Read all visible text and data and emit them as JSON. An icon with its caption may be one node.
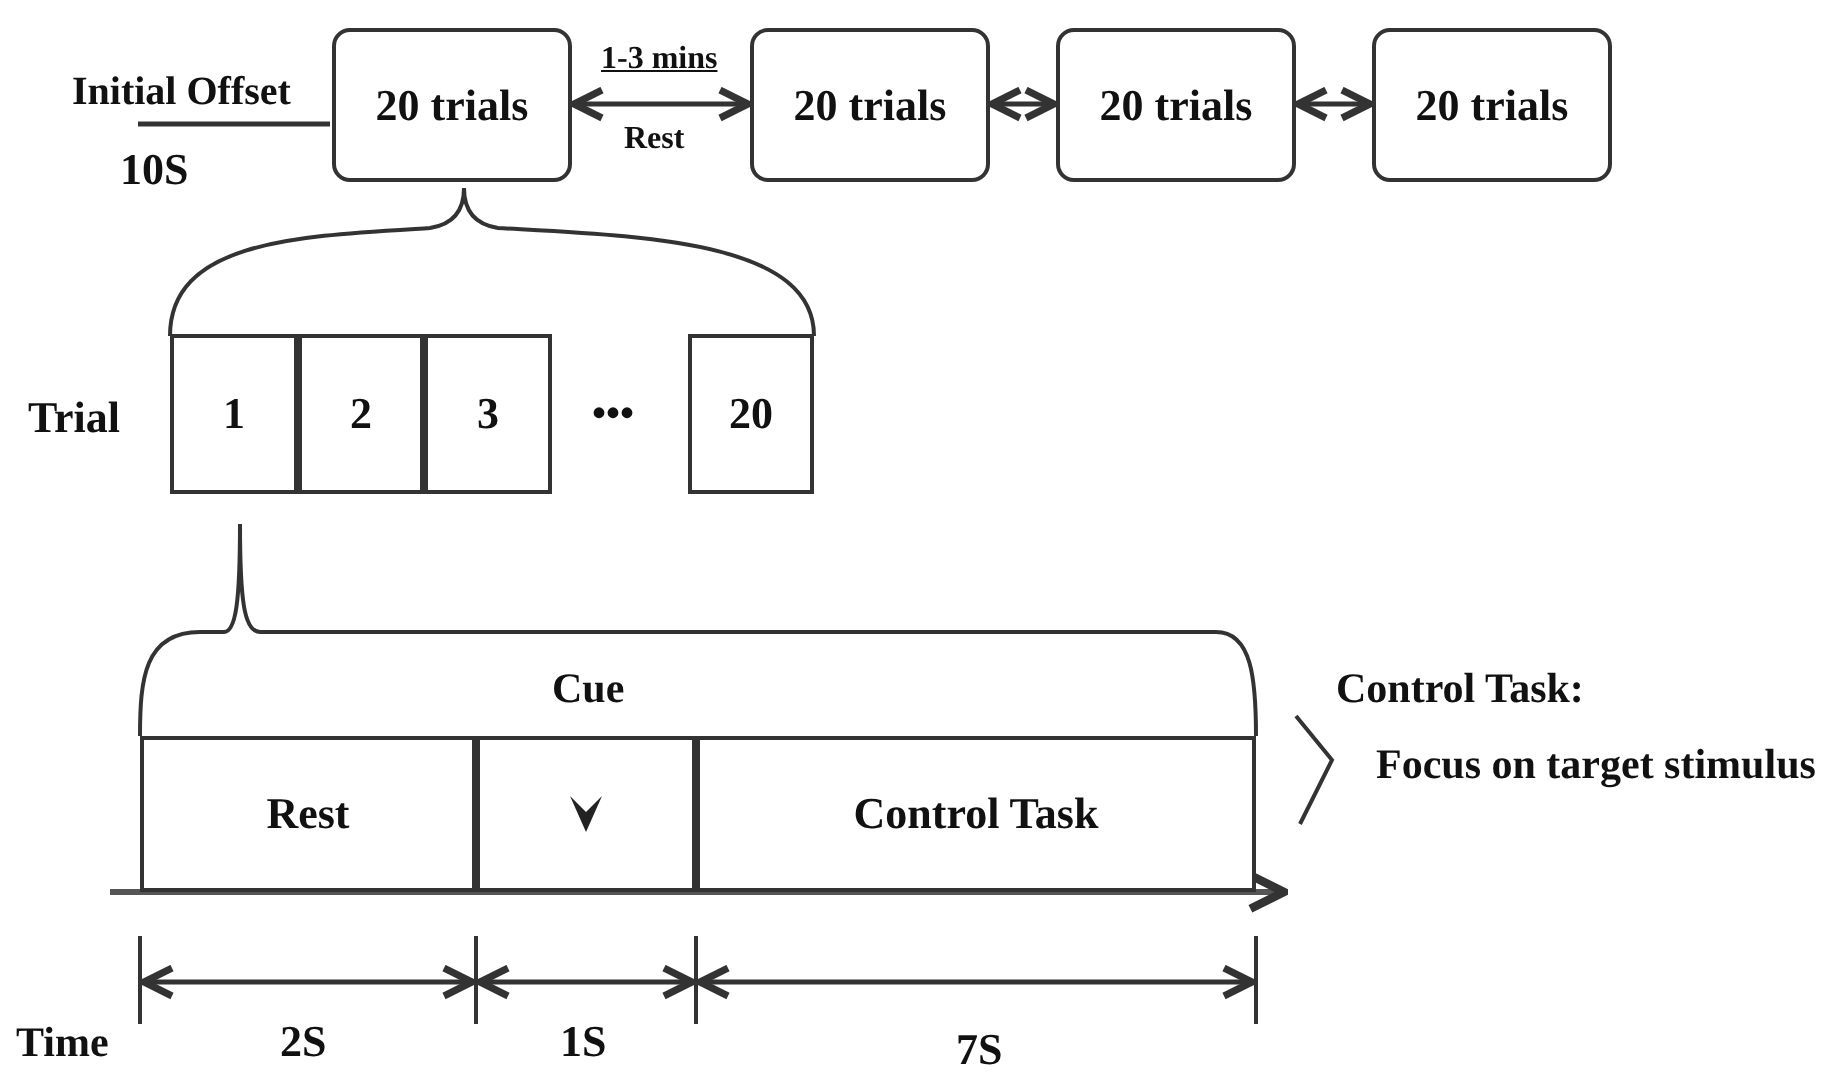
{
  "diagram": {
    "nodes": [
      {
        "text": [
          "20 trials"
        ]
      },
      {
        "text": [
          "20 trials"
        ]
      },
      {
        "text": [
          "20 trials"
        ]
      },
      {
        "text": [
          "20 trials"
        ]
      },
      {
        "text": [
          "1"
        ]
      },
      {
        "text": [
          "2"
        ]
      },
      {
        "text": [
          "3"
        ]
      },
      {
        "text": [
          "20"
        ]
      },
      {
        "text": [
          "Rest"
        ]
      },
      {
        "text": [],
        "shape": "box"
      },
      {
        "text": [
          "Control Task"
        ]
      }
    ],
    "edges": [
      {
        "from": null,
        "to": 0,
        "arrow": "none",
        "label": "Initial Offset"
      },
      {
        "from": 0,
        "to": 1,
        "arrow": "both",
        "label": "1-3 mins"
      },
      {
        "from": 1,
        "to": 2,
        "arrow": "both"
      },
      {
        "from": 2,
        "to": 3,
        "arrow": "both"
      }
    ],
    "labels": [
      "10S",
      "Rest",
      "Trial",
      "•••",
      "Cue",
      "Control Task:",
      "Focus on target stimulus",
      "Time",
      "2S",
      "1S",
      "7S"
    ]
  }
}
